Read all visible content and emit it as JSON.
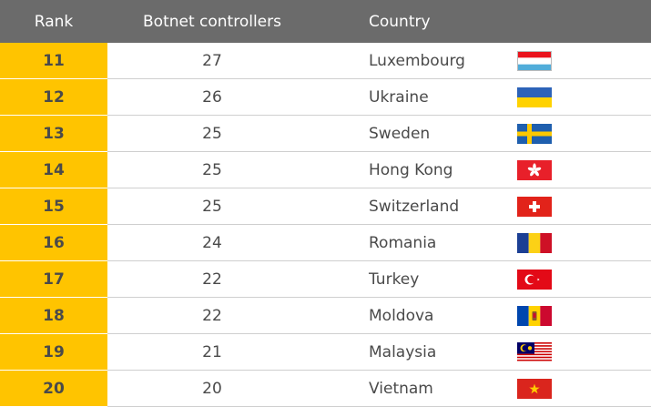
{
  "table": {
    "headers": {
      "rank": "Rank",
      "botnet": "Botnet controllers",
      "country": "Country"
    },
    "rows": [
      {
        "rank": "11",
        "count": "27",
        "country": "Luxembourg",
        "flag": "luxembourg-flag-icon"
      },
      {
        "rank": "12",
        "count": "26",
        "country": "Ukraine",
        "flag": "ukraine-flag-icon"
      },
      {
        "rank": "13",
        "count": "25",
        "country": "Sweden",
        "flag": "sweden-flag-icon"
      },
      {
        "rank": "14",
        "count": "25",
        "country": "Hong Kong",
        "flag": "hong-kong-flag-icon"
      },
      {
        "rank": "15",
        "count": "25",
        "country": "Switzerland",
        "flag": "switzerland-flag-icon"
      },
      {
        "rank": "16",
        "count": "24",
        "country": "Romania",
        "flag": "romania-flag-icon"
      },
      {
        "rank": "17",
        "count": "22",
        "country": "Turkey",
        "flag": "turkey-flag-icon"
      },
      {
        "rank": "18",
        "count": "22",
        "country": "Moldova",
        "flag": "moldova-flag-icon"
      },
      {
        "rank": "19",
        "count": "21",
        "country": "Malaysia",
        "flag": "malaysia-flag-icon"
      },
      {
        "rank": "20",
        "count": "20",
        "country": "Vietnam",
        "flag": "vietnam-flag-icon"
      }
    ]
  },
  "colors": {
    "header_bg": "#6b6b6b",
    "rank_bg": "#ffc400",
    "text": "#4a4a4a"
  }
}
